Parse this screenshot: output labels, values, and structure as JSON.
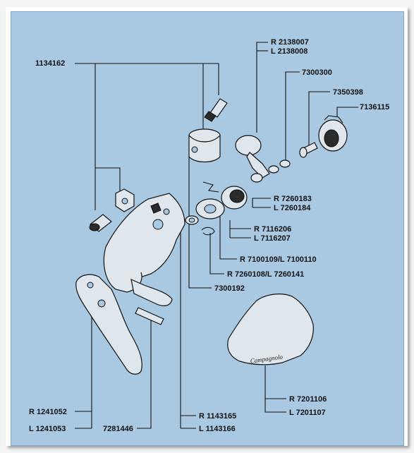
{
  "callouts": {
    "c1134162": "1134162",
    "r2138007": "R 2138007",
    "l2138008": "L 2138008",
    "c7300300": "7300300",
    "c7350398": "7350398",
    "c7136115": "7136115",
    "r7260183": "R 7260183",
    "l7260184": "L 7260184",
    "r7116206": "R 7116206",
    "l7116207": "L 7116207",
    "r7100109": "R 7100109/L 7100110",
    "r7260108": "R 7260108/L 7260141",
    "c7300192": "7300192",
    "r7201106": "R 7201106",
    "l7201107": "L 7201107",
    "r1241052": "R 1241052",
    "l1241053": "L 1241053",
    "c7281446": "7281446",
    "r1143165": "R 1143165",
    "l1143166": "L 1143166"
  },
  "hood_script": "Campagnolo",
  "colors": {
    "panel": "#a9c9e2",
    "ink": "#111111",
    "part_fill": "#dfe6ec"
  }
}
